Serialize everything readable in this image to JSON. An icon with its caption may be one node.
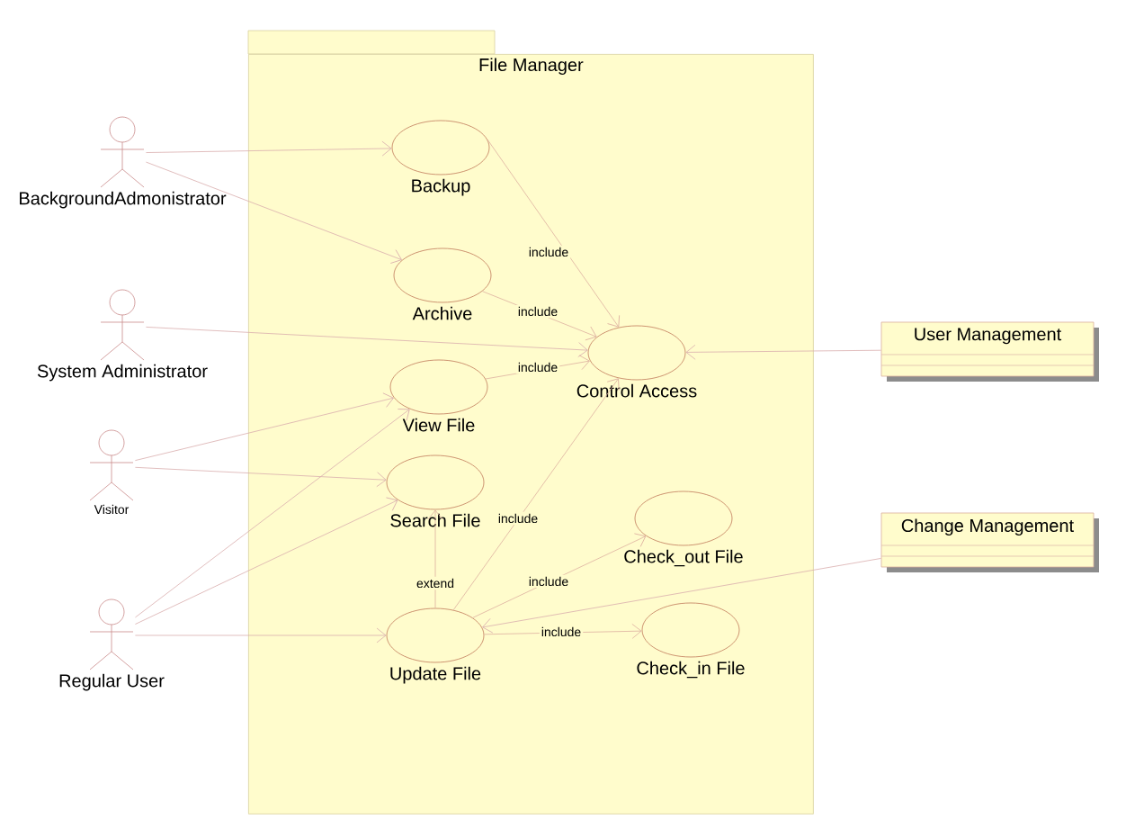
{
  "diagram": {
    "nodes": [
      {
        "text": [
          "File Manager"
        ]
      },
      {
        "text": [
          "BackgroundAdmonistrator"
        ]
      },
      {
        "text": [
          "System Administrator"
        ]
      },
      {
        "text": [
          "Visitor"
        ]
      },
      {
        "text": [
          "Regular User"
        ]
      },
      {
        "text": [
          "Backup"
        ],
        "in": 0
      },
      {
        "text": [
          "Archive"
        ],
        "in": 0
      },
      {
        "text": [
          "View File"
        ],
        "in": 0
      },
      {
        "text": [
          "Search File"
        ],
        "in": 0
      },
      {
        "text": [
          "Control Access"
        ],
        "in": 0
      },
      {
        "text": [
          "Check_out File"
        ],
        "in": 0
      },
      {
        "text": [
          "Update File"
        ],
        "in": 0
      },
      {
        "text": [
          "Check_in File"
        ],
        "in": 0
      },
      {
        "text": [
          "User Management"
        ]
      },
      {
        "text": [
          "Change Management"
        ]
      }
    ],
    "edges": [
      {
        "from": 1,
        "to": 5,
        "arrow": "to"
      },
      {
        "from": 1,
        "to": 6,
        "arrow": "to"
      },
      {
        "from": 2,
        "to": 9,
        "arrow": "to"
      },
      {
        "from": 3,
        "to": 7,
        "arrow": "to"
      },
      {
        "from": 3,
        "to": 8,
        "arrow": "to"
      },
      {
        "from": 4,
        "to": 7,
        "arrow": "to"
      },
      {
        "from": 4,
        "to": 8,
        "arrow": "to"
      },
      {
        "from": 4,
        "to": 11,
        "arrow": "to"
      },
      {
        "from": 5,
        "to": 9,
        "arrow": "to",
        "label": "include"
      },
      {
        "from": 6,
        "to": 9,
        "arrow": "to",
        "label": "include"
      },
      {
        "from": 7,
        "to": 9,
        "arrow": "to",
        "label": "include"
      },
      {
        "from": 11,
        "to": 9,
        "arrow": "to",
        "label": "include"
      },
      {
        "from": 11,
        "to": 8,
        "arrow": "to",
        "label": "extend"
      },
      {
        "from": 11,
        "to": 10,
        "arrow": "to",
        "label": "include"
      },
      {
        "from": 11,
        "to": 12,
        "arrow": "to",
        "label": "include"
      },
      {
        "from": 13,
        "to": 9,
        "arrow": "to"
      },
      {
        "from": 14,
        "to": 11,
        "arrow": "to"
      }
    ]
  }
}
